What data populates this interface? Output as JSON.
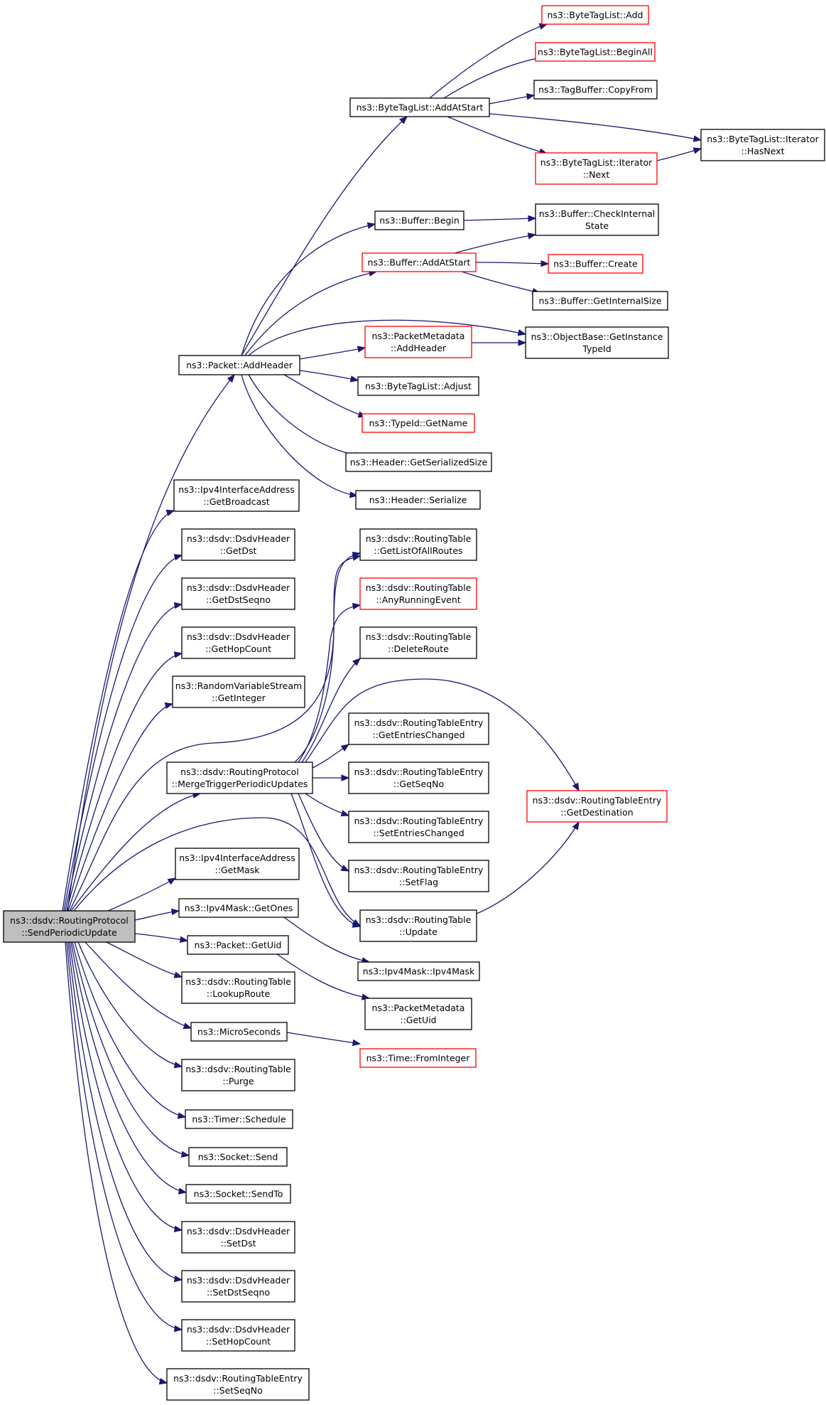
{
  "colors": {
    "edge": "#191970",
    "node_border": "#000000",
    "truncated_border": "#ff0000",
    "root_fill": "#bfbfbf"
  },
  "nodes": [
    {
      "id": "root",
      "lines": [
        "ns3::dsdv::RoutingProtocol",
        "::SendPeriodicUpdate"
      ],
      "truncated": false,
      "root": true
    },
    {
      "id": "addheader",
      "lines": [
        "ns3::Packet::AddHeader"
      ],
      "truncated": false
    },
    {
      "id": "getbroadcast",
      "lines": [
        "ns3::Ipv4InterfaceAddress",
        "::GetBroadcast"
      ],
      "truncated": false
    },
    {
      "id": "getdst",
      "lines": [
        "ns3::dsdv::DsdvHeader",
        "::GetDst"
      ],
      "truncated": false
    },
    {
      "id": "getdstseqno",
      "lines": [
        "ns3::dsdv::DsdvHeader",
        "::GetDstSeqno"
      ],
      "truncated": false
    },
    {
      "id": "gethopcount",
      "lines": [
        "ns3::dsdv::DsdvHeader",
        "::GetHopCount"
      ],
      "truncated": false
    },
    {
      "id": "getinteger",
      "lines": [
        "ns3::RandomVariableStream",
        "::GetInteger"
      ],
      "truncated": false
    },
    {
      "id": "merge",
      "lines": [
        "ns3::dsdv::RoutingProtocol",
        "::MergeTriggerPeriodicUpdates"
      ],
      "truncated": false
    },
    {
      "id": "getmask",
      "lines": [
        "ns3::Ipv4InterfaceAddress",
        "::GetMask"
      ],
      "truncated": false
    },
    {
      "id": "getones",
      "lines": [
        "ns3::Ipv4Mask::GetOnes"
      ],
      "truncated": false
    },
    {
      "id": "getuid",
      "lines": [
        "ns3::Packet::GetUid"
      ],
      "truncated": false
    },
    {
      "id": "lookuproute",
      "lines": [
        "ns3::dsdv::RoutingTable",
        "::LookupRoute"
      ],
      "truncated": false
    },
    {
      "id": "microseconds",
      "lines": [
        "ns3::MicroSeconds"
      ],
      "truncated": false
    },
    {
      "id": "purge",
      "lines": [
        "ns3::dsdv::RoutingTable",
        "::Purge"
      ],
      "truncated": false
    },
    {
      "id": "schedule",
      "lines": [
        "ns3::Timer::Schedule"
      ],
      "truncated": false
    },
    {
      "id": "send",
      "lines": [
        "ns3::Socket::Send"
      ],
      "truncated": false
    },
    {
      "id": "sendto",
      "lines": [
        "ns3::Socket::SendTo"
      ],
      "truncated": false
    },
    {
      "id": "setdst",
      "lines": [
        "ns3::dsdv::DsdvHeader",
        "::SetDst"
      ],
      "truncated": false
    },
    {
      "id": "setdstseqno",
      "lines": [
        "ns3::dsdv::DsdvHeader",
        "::SetDstSeqno"
      ],
      "truncated": false
    },
    {
      "id": "sethopcount",
      "lines": [
        "ns3::dsdv::DsdvHeader",
        "::SetHopCount"
      ],
      "truncated": false
    },
    {
      "id": "setseqno",
      "lines": [
        "ns3::dsdv::RoutingTableEntry",
        "::SetSeqNo"
      ],
      "truncated": false
    },
    {
      "id": "addatstart_btl",
      "lines": [
        "ns3::ByteTagList::AddAtStart"
      ],
      "truncated": false
    },
    {
      "id": "buffer_begin",
      "lines": [
        "ns3::Buffer::Begin"
      ],
      "truncated": false
    },
    {
      "id": "buffer_addatstart",
      "lines": [
        "ns3::Buffer::AddAtStart"
      ],
      "truncated": true
    },
    {
      "id": "pm_addheader",
      "lines": [
        "ns3::PacketMetadata",
        "::AddHeader"
      ],
      "truncated": true
    },
    {
      "id": "btl_adjust",
      "lines": [
        "ns3::ByteTagList::Adjust"
      ],
      "truncated": false
    },
    {
      "id": "typeid_getname",
      "lines": [
        "ns3::TypeId::GetName"
      ],
      "truncated": true
    },
    {
      "id": "header_getsize",
      "lines": [
        "ns3::Header::GetSerializedSize"
      ],
      "truncated": false
    },
    {
      "id": "header_serialize",
      "lines": [
        "ns3::Header::Serialize"
      ],
      "truncated": false
    },
    {
      "id": "rt_getlist",
      "lines": [
        "ns3::dsdv::RoutingTable",
        "::GetListOfAllRoutes"
      ],
      "truncated": false
    },
    {
      "id": "rt_anyrunning",
      "lines": [
        "ns3::dsdv::RoutingTable",
        "::AnyRunningEvent"
      ],
      "truncated": true
    },
    {
      "id": "rt_deleteroute",
      "lines": [
        "ns3::dsdv::RoutingTable",
        "::DeleteRoute"
      ],
      "truncated": false
    },
    {
      "id": "rte_getentries",
      "lines": [
        "ns3::dsdv::RoutingTableEntry",
        "::GetEntriesChanged"
      ],
      "truncated": false
    },
    {
      "id": "rte_getseqno",
      "lines": [
        "ns3::dsdv::RoutingTableEntry",
        "::GetSeqNo"
      ],
      "truncated": false
    },
    {
      "id": "rte_setentries",
      "lines": [
        "ns3::dsdv::RoutingTableEntry",
        "::SetEntriesChanged"
      ],
      "truncated": false
    },
    {
      "id": "rte_setflag",
      "lines": [
        "ns3::dsdv::RoutingTableEntry",
        "::SetFlag"
      ],
      "truncated": false
    },
    {
      "id": "rt_update",
      "lines": [
        "ns3::dsdv::RoutingTable",
        "::Update"
      ],
      "truncated": false
    },
    {
      "id": "ipv4mask",
      "lines": [
        "ns3::Ipv4Mask::Ipv4Mask"
      ],
      "truncated": false
    },
    {
      "id": "pm_getuid",
      "lines": [
        "ns3::PacketMetadata",
        "::GetUid"
      ],
      "truncated": false
    },
    {
      "id": "time_frominteger",
      "lines": [
        "ns3::Time::FromInteger"
      ],
      "truncated": true
    },
    {
      "id": "btl_add",
      "lines": [
        "ns3::ByteTagList::Add"
      ],
      "truncated": true
    },
    {
      "id": "btl_beginall",
      "lines": [
        "ns3::ByteTagList::BeginAll"
      ],
      "truncated": true
    },
    {
      "id": "tagbuffer_copyfrom",
      "lines": [
        "ns3::TagBuffer::CopyFrom"
      ],
      "truncated": false
    },
    {
      "id": "btl_iter_next",
      "lines": [
        "ns3::ByteTagList::Iterator",
        "::Next"
      ],
      "truncated": true
    },
    {
      "id": "btl_iter_hasnext",
      "lines": [
        "ns3::ByteTagList::Iterator",
        "::HasNext"
      ],
      "truncated": false
    },
    {
      "id": "buffer_checkinternal",
      "lines": [
        "ns3::Buffer::CheckInternal",
        "State"
      ],
      "truncated": false
    },
    {
      "id": "buffer_create",
      "lines": [
        "ns3::Buffer::Create"
      ],
      "truncated": true
    },
    {
      "id": "buffer_getinternalsize",
      "lines": [
        "ns3::Buffer::GetInternalSize"
      ],
      "truncated": false
    },
    {
      "id": "objectbase_gettypeid",
      "lines": [
        "ns3::ObjectBase::GetInstance",
        "TypeId"
      ],
      "truncated": false
    },
    {
      "id": "rte_getdestination",
      "lines": [
        "ns3::dsdv::RoutingTableEntry",
        "::GetDestination"
      ],
      "truncated": true
    }
  ],
  "edges": [
    [
      "root",
      "addheader"
    ],
    [
      "root",
      "getbroadcast"
    ],
    [
      "root",
      "getdst"
    ],
    [
      "root",
      "getdstseqno"
    ],
    [
      "root",
      "gethopcount"
    ],
    [
      "root",
      "getinteger"
    ],
    [
      "root",
      "rt_getlist"
    ],
    [
      "root",
      "merge"
    ],
    [
      "root",
      "rt_update"
    ],
    [
      "root",
      "getmask"
    ],
    [
      "root",
      "getones"
    ],
    [
      "root",
      "getuid"
    ],
    [
      "root",
      "lookuproute"
    ],
    [
      "root",
      "microseconds"
    ],
    [
      "root",
      "purge"
    ],
    [
      "root",
      "schedule"
    ],
    [
      "root",
      "send"
    ],
    [
      "root",
      "sendto"
    ],
    [
      "root",
      "setdst"
    ],
    [
      "root",
      "setdstseqno"
    ],
    [
      "root",
      "sethopcount"
    ],
    [
      "root",
      "setseqno"
    ],
    [
      "addheader",
      "addatstart_btl"
    ],
    [
      "addheader",
      "buffer_begin"
    ],
    [
      "addheader",
      "buffer_addatstart"
    ],
    [
      "addheader",
      "objectbase_gettypeid"
    ],
    [
      "addheader",
      "pm_addheader"
    ],
    [
      "addheader",
      "btl_adjust"
    ],
    [
      "addheader",
      "typeid_getname"
    ],
    [
      "addheader",
      "header_getsize"
    ],
    [
      "addheader",
      "header_serialize"
    ],
    [
      "addatstart_btl",
      "btl_add"
    ],
    [
      "addatstart_btl",
      "btl_beginall"
    ],
    [
      "addatstart_btl",
      "tagbuffer_copyfrom"
    ],
    [
      "addatstart_btl",
      "btl_iter_hasnext"
    ],
    [
      "addatstart_btl",
      "btl_iter_next"
    ],
    [
      "btl_iter_next",
      "btl_iter_hasnext"
    ],
    [
      "buffer_begin",
      "buffer_checkinternal"
    ],
    [
      "buffer_addatstart",
      "buffer_checkinternal"
    ],
    [
      "buffer_addatstart",
      "buffer_create"
    ],
    [
      "buffer_addatstart",
      "buffer_getinternalsize"
    ],
    [
      "pm_addheader",
      "objectbase_gettypeid"
    ],
    [
      "merge",
      "rt_getlist"
    ],
    [
      "merge",
      "rt_anyrunning"
    ],
    [
      "merge",
      "rt_deleteroute"
    ],
    [
      "merge",
      "rte_getdestination"
    ],
    [
      "merge",
      "rte_getentries"
    ],
    [
      "merge",
      "rte_getseqno"
    ],
    [
      "merge",
      "rte_setentries"
    ],
    [
      "merge",
      "rte_setflag"
    ],
    [
      "merge",
      "rt_update"
    ],
    [
      "rt_update",
      "rte_getdestination"
    ],
    [
      "getones",
      "ipv4mask"
    ],
    [
      "getuid",
      "pm_getuid"
    ],
    [
      "microseconds",
      "time_frominteger"
    ]
  ]
}
